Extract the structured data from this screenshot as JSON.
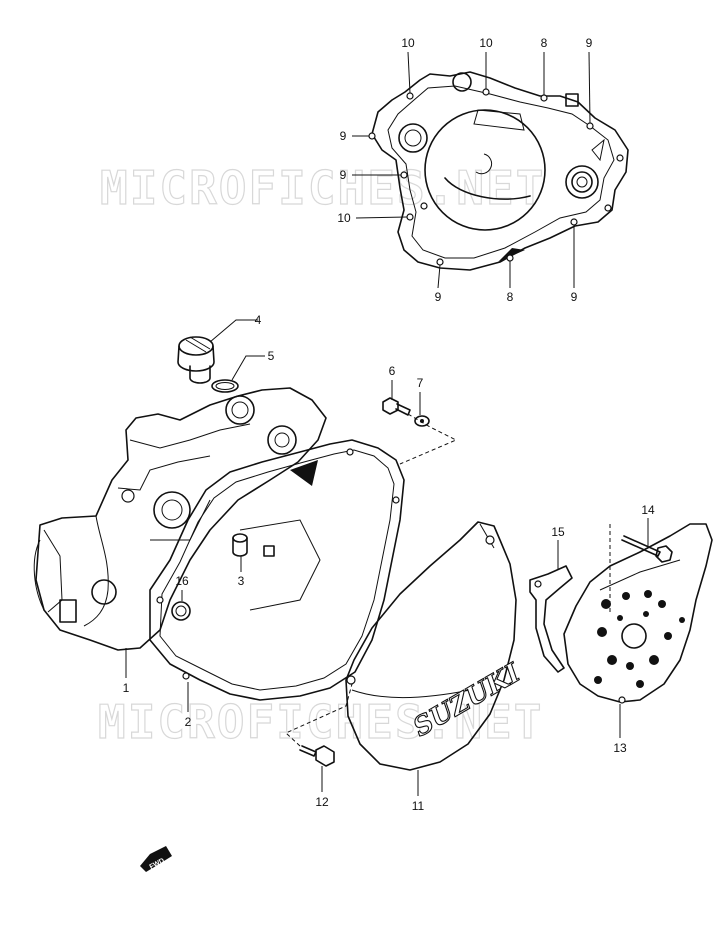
{
  "watermark": "MICROFICHES.NET",
  "fwd_label": "FWD",
  "cover_brand": "SUZUKI",
  "callouts": {
    "top_10a": "10",
    "top_10b": "10",
    "top_8a": "8",
    "top_9a": "9",
    "left_9a": "9",
    "left_9b": "9",
    "left_10": "10",
    "bot_9a": "9",
    "bot_8": "8",
    "bot_9b": "9",
    "p1": "1",
    "p2": "2",
    "p3": "3",
    "p4": "4",
    "p5": "5",
    "p6": "6",
    "p7": "7",
    "p11": "11",
    "p12": "12",
    "p13": "13",
    "p14": "14",
    "p15": "15",
    "p16": "16"
  }
}
